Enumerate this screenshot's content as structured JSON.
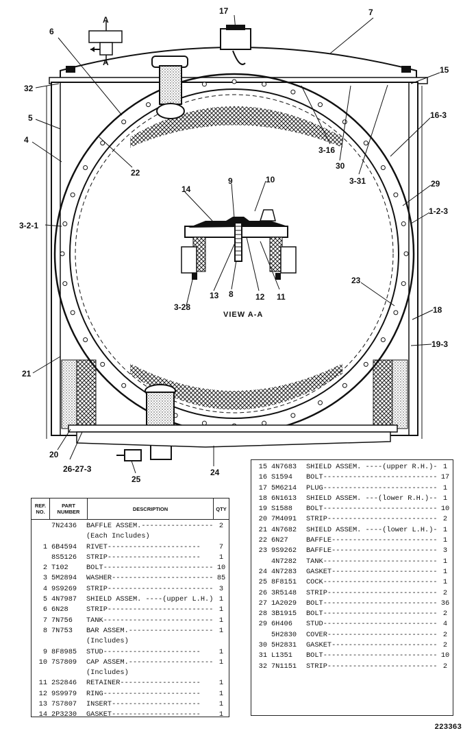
{
  "view_label": "VIEW A-A",
  "section_marks": [
    "A",
    "A"
  ],
  "callouts": [
    {
      "id": "c17",
      "text": "17"
    },
    {
      "id": "c7",
      "text": "7"
    },
    {
      "id": "c6",
      "text": "6"
    },
    {
      "id": "c15",
      "text": "15"
    },
    {
      "id": "c32",
      "text": "32"
    },
    {
      "id": "c16_3",
      "text": "16-3"
    },
    {
      "id": "c5",
      "text": "5"
    },
    {
      "id": "c4",
      "text": "4"
    },
    {
      "id": "c22",
      "text": "22"
    },
    {
      "id": "c3_16",
      "text": "3-16"
    },
    {
      "id": "c30",
      "text": "30"
    },
    {
      "id": "c3_31",
      "text": "3-31"
    },
    {
      "id": "c29",
      "text": "29"
    },
    {
      "id": "c9",
      "text": "9"
    },
    {
      "id": "c10",
      "text": "10"
    },
    {
      "id": "c14",
      "text": "14"
    },
    {
      "id": "c1_2_3",
      "text": "1-2-3"
    },
    {
      "id": "c3_2_1",
      "text": "3-2-1"
    },
    {
      "id": "c23",
      "text": "23"
    },
    {
      "id": "c13",
      "text": "13"
    },
    {
      "id": "c8",
      "text": "8"
    },
    {
      "id": "c12",
      "text": "12"
    },
    {
      "id": "c11",
      "text": "11"
    },
    {
      "id": "c3_28",
      "text": "3-28"
    },
    {
      "id": "c18",
      "text": "18"
    },
    {
      "id": "c19_3",
      "text": "19-3"
    },
    {
      "id": "c21",
      "text": "21"
    },
    {
      "id": "c20",
      "text": "20"
    },
    {
      "id": "c26_27_3",
      "text": "26-27-3"
    },
    {
      "id": "c25",
      "text": "25"
    },
    {
      "id": "c24",
      "text": "24"
    }
  ],
  "table_headers": {
    "ref": "REF. NO.",
    "part": "PART NUMBER",
    "desc": "DESCRIPTION",
    "qty": "QTY"
  },
  "parts_left": [
    {
      "ref": "",
      "part": "7N2436",
      "desc": "BAFFLE ASSEM.-----------------",
      "qty": "2"
    },
    {
      "ref": "",
      "part": "",
      "desc": "   (Each Includes)",
      "qty": ""
    },
    {
      "ref": "1",
      "part": "6B4594",
      "desc": "    RIVET----------------------",
      "qty": "7"
    },
    {
      "ref": "",
      "part": "8S5126",
      "desc": "    STRIP----------------------",
      "qty": "1"
    },
    {
      "ref": "2",
      "part": "T102",
      "desc": "BOLT---------------------------",
      "qty": "10"
    },
    {
      "ref": "3",
      "part": "5M2894",
      "desc": "WASHER-------------------------",
      "qty": "85"
    },
    {
      "ref": "4",
      "part": "9S9269",
      "desc": "STRIP--------------------------",
      "qty": "3"
    },
    {
      "ref": "5",
      "part": "4N7987",
      "desc": "SHIELD ASSEM. ----(upper L.H.)-",
      "qty": "1"
    },
    {
      "ref": "6",
      "part": "6N28",
      "desc": "STRIP--------------------------",
      "qty": "1"
    },
    {
      "ref": "7",
      "part": "7N756",
      "desc": "TANK---------------------------",
      "qty": "1"
    },
    {
      "ref": "8",
      "part": "7N753",
      "desc": "BAR ASSEM.---------------------",
      "qty": "1"
    },
    {
      "ref": "",
      "part": "",
      "desc": "  (Includes)",
      "qty": ""
    },
    {
      "ref": "9",
      "part": "8F8985",
      "desc": "    STUD-----------------------",
      "qty": "1"
    },
    {
      "ref": "10",
      "part": "7S7809",
      "desc": "CAP ASSEM.---------------------",
      "qty": "1"
    },
    {
      "ref": "",
      "part": "",
      "desc": "   (Includes)",
      "qty": ""
    },
    {
      "ref": "11",
      "part": "2S2846",
      "desc": "    RETAINER-------------------",
      "qty": "1"
    },
    {
      "ref": "12",
      "part": "9S9979",
      "desc": "    RING-----------------------",
      "qty": "1"
    },
    {
      "ref": "13",
      "part": "7S7807",
      "desc": "    INSERT---------------------",
      "qty": "1"
    },
    {
      "ref": "14",
      "part": "2P3230",
      "desc": "    GASKET---------------------",
      "qty": "1"
    }
  ],
  "parts_right": [
    {
      "ref": "15",
      "part": "4N7683",
      "desc": "SHIELD ASSEM. ----(upper R.H.)-",
      "qty": "1"
    },
    {
      "ref": "16",
      "part": "S1594",
      "desc": "BOLT---------------------------",
      "qty": "17"
    },
    {
      "ref": "17",
      "part": "5M6214",
      "desc": "PLUG---------------------------",
      "qty": "1"
    },
    {
      "ref": "18",
      "part": "6N1613",
      "desc": "SHIELD ASSEM. ---(lower R.H.)--",
      "qty": "1"
    },
    {
      "ref": "19",
      "part": "S1588",
      "desc": "BOLT---------------------------",
      "qty": "10"
    },
    {
      "ref": "20",
      "part": "7M4091",
      "desc": "STRIP--------------------------",
      "qty": "2"
    },
    {
      "ref": "21",
      "part": "4N7682",
      "desc": "SHIELD ASSEM. ----(lower L.H.)-",
      "qty": "1"
    },
    {
      "ref": "22",
      "part": "6N27",
      "desc": "BAFFLE-------------------------",
      "qty": "1"
    },
    {
      "ref": "23",
      "part": "9S9262",
      "desc": "BAFFLE-------------------------",
      "qty": "3"
    },
    {
      "ref": "",
      "part": "4N7282",
      "desc": "TANK---------------------------",
      "qty": "1"
    },
    {
      "ref": "24",
      "part": "4N7283",
      "desc": "GASKET-------------------------",
      "qty": "1"
    },
    {
      "ref": "25",
      "part": "8F8151",
      "desc": "COCK---------------------------",
      "qty": "1"
    },
    {
      "ref": "26",
      "part": "3R5148",
      "desc": "STRIP--------------------------",
      "qty": "2"
    },
    {
      "ref": "27",
      "part": "1A2029",
      "desc": "BOLT---------------------------",
      "qty": "36"
    },
    {
      "ref": "28",
      "part": "3B1915",
      "desc": "BOLT---------------------------",
      "qty": "2"
    },
    {
      "ref": "29",
      "part": "6H406",
      "desc": "STUD---------------------------",
      "qty": "4"
    },
    {
      "ref": "",
      "part": "5H2830",
      "desc": "COVER--------------------------",
      "qty": "2"
    },
    {
      "ref": "30",
      "part": "5H2831",
      "desc": "GASKET-------------------------",
      "qty": "2"
    },
    {
      "ref": "31",
      "part": "L1351",
      "desc": "BOLT---------------------------",
      "qty": "10"
    },
    {
      "ref": "32",
      "part": "7N1151",
      "desc": "STRIP--------------------------",
      "qty": "2"
    }
  ],
  "drawing_code": "223363"
}
